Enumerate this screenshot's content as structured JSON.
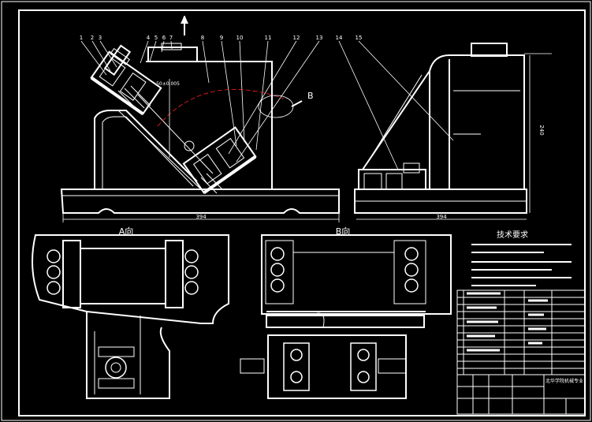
{
  "drawing": {
    "view_labels": {
      "view_a": "A向",
      "view_b": "B向",
      "arrow_a": "A",
      "arrow_b": "B"
    },
    "balloons": [
      "1",
      "2",
      "3",
      "4",
      "5",
      "6",
      "7",
      "8",
      "9",
      "10",
      "11",
      "12",
      "13",
      "14",
      "15"
    ],
    "dimensions": {
      "base_width_front": "394",
      "base_width_side": "394",
      "height_side": "240",
      "slot_width": "50±0.005"
    },
    "tech_requirements": {
      "title": "技术要求"
    },
    "title_block": {
      "school": "北华学院机械专业"
    }
  },
  "colors": {
    "background": "#000000",
    "line": "#ffffff",
    "red_accent": "#ff2020",
    "yellow_accent": "#ffff00"
  }
}
